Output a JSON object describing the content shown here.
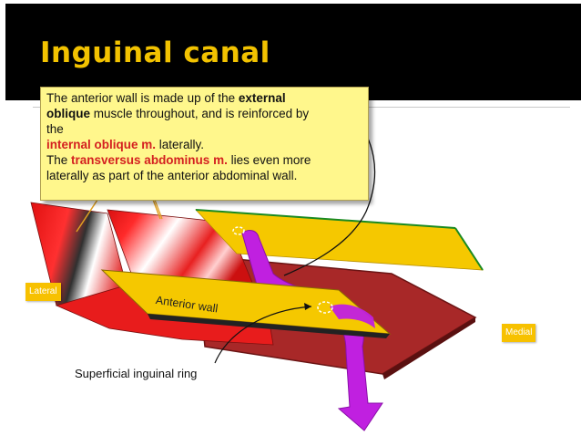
{
  "slide": {
    "title": "Inguinal canal",
    "note": {
      "line1_a": "The anterior wall is made up of the ",
      "line1_b": "external",
      "line2_a": "oblique",
      "line2_b": " muscle throughout, and is reinforced by",
      "line3": "the",
      "line4_a": "internal oblique m.",
      "line4_b": " laterally.",
      "line5_a": "The ",
      "line5_b": "transversus abdominus m.",
      "line5_c": " lies even more",
      "line6": "laterally as part of the anterior abdominal wall."
    },
    "labels": {
      "lateral": "Lateral",
      "medial": "Medial",
      "anterior_wall": "Anterior wall",
      "superficial_ring": "Superficial inguinal ring"
    }
  },
  "colors": {
    "title": "#f2c200",
    "note_background": "#fff78c",
    "highlight_text": "#d42020",
    "yellow_plane": "#f5c800",
    "red_plane": "#a82828",
    "cord": "#c020e0"
  }
}
